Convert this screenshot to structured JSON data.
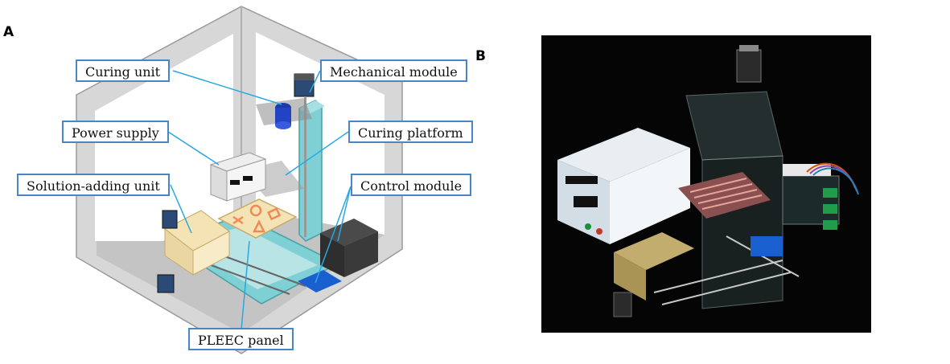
{
  "panels": {
    "a": "A",
    "b": "B"
  },
  "labels": {
    "curing_unit": "Curing unit",
    "mechanical_module": "Mechanical module",
    "power_supply": "Power supply",
    "curing_platform": "Curing platform",
    "solution_adding_unit": "Solution-adding unit",
    "control_module": "Control module",
    "pleec_panel": "PLEEC panel"
  },
  "colors": {
    "callout_border": "#4a86c5",
    "leader_line": "#29a8e0",
    "frame": "#6ec9cf",
    "resin": "#f4e3b5",
    "pattern": "#f08a55"
  }
}
